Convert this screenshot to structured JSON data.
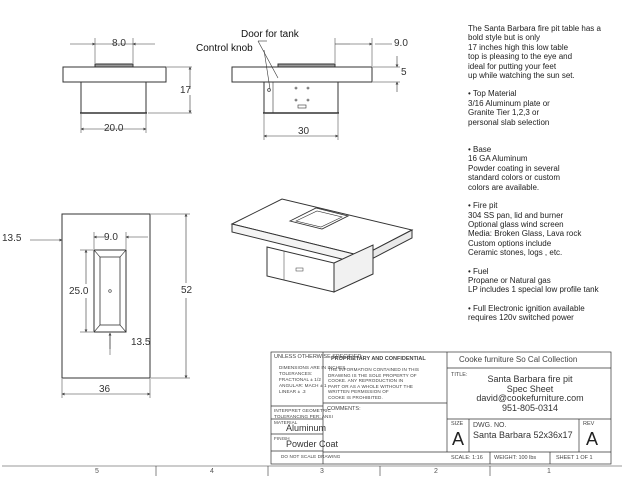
{
  "drawing": {
    "callouts": {
      "door": "Door for tank",
      "knob": "Control knob"
    },
    "dims": {
      "front_top": "8.0",
      "front_height": "17",
      "front_base": "20.0",
      "side_top": "9.0",
      "side_small": "5",
      "side_base": "30",
      "plan_insert_width": "9.0",
      "plan_left": "13.5",
      "plan_insert_length": "25.0",
      "plan_length": "52",
      "plan_bottom": "13.5",
      "plan_width": "36"
    }
  },
  "description": {
    "intro": [
      "The Santa Barbara fire pit table has a",
      "bold style but is only",
      "17 inches high this low table",
      "top is pleasing to the eye and",
      "ideal for putting your feet",
      "up while watching the sun set."
    ],
    "top_material": [
      "• Top Material",
      "3/16 Aluminum plate or",
      "Granite Tier 1,2,3 or",
      "personal slab selection"
    ],
    "base": [
      "• Base",
      "16 GA Aluminum",
      "Powder coating in several",
      "standard colors or custom",
      "colors are available."
    ],
    "fire_pit": [
      "• Fire pit",
      "304 SS pan, lid and burner",
      "Optional glass wind screen",
      "Media: Broken Glass, Lava rock",
      "Custom options include",
      "Ceramic stones, logs , etc."
    ],
    "fuel": [
      "• Fuel",
      "Propane or Natural gas",
      "LP includes 1 special low profile tank"
    ],
    "ignition": [
      "•  Full Electronic ignition available",
      "requires 120v switched power"
    ]
  },
  "title_block": {
    "unless": "UNLESS OTHERWISE SPECIFIED:",
    "dimensions": [
      "DIMENSIONS ARE IN INCHES",
      "TOLERANCES:",
      "FRACTIONAL ± 1/2",
      "ANGULAR: MACH ±  1",
      "LINEAR  ± .3"
    ],
    "interpret": [
      "INTERPRET GEOMETRIC",
      "TOLERANCING PER: ANSI"
    ],
    "material_label": "MATERIAL",
    "material": "Aluminum",
    "finish_label": "FINISH",
    "finish": "Powder Coat",
    "do_not_scale": "DO NOT SCALE DRAWING",
    "proprietary": "PROPRIETARY AND CONFIDENTIAL",
    "prop_text": [
      "THE INFORMATION CONTAINED IN THIS",
      "DRAWING IS THE SOLE PROPERTY OF",
      "COOKE. ANY REPRODUCTION IN",
      "PART OR AS A WHOLE WITHOUT THE",
      "WRITTEN PERMISSION OF",
      "COOKE IS PROHIBITED."
    ],
    "comments": "COMMENTS:",
    "collection": "Cooke furniture So Cal Collection",
    "title_label": "TITLE:",
    "title_lines": [
      "Santa Barbara fire pit",
      "Spec Sheet",
      "david@cookefurniture.com",
      "951-805-0314"
    ],
    "size_label": "SIZE",
    "size": "A",
    "dwg_label": "DWG.  NO.",
    "dwg": "Santa Barbara 52x36x17",
    "rev_label": "REV",
    "rev": "A",
    "scale": "SCALE: 1:16",
    "weight": "WEIGHT: 100 lbs",
    "sheet": "SHEET 1 OF 1"
  },
  "zones": [
    "5",
    "4",
    "3",
    "2",
    "1"
  ]
}
